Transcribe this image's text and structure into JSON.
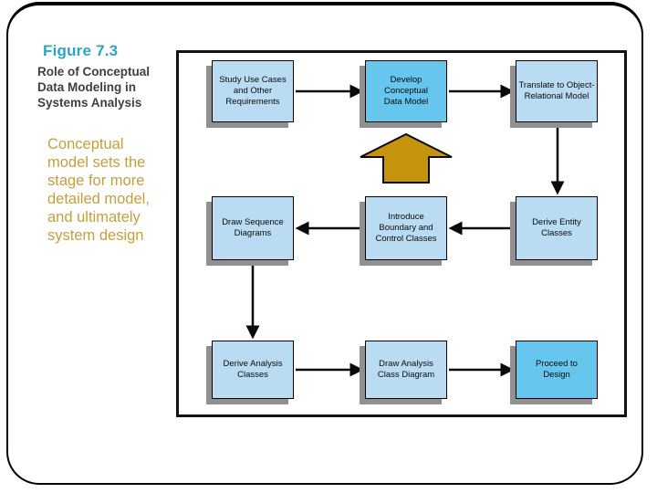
{
  "slide": {
    "figure_label": "Figure 7.3",
    "figure_caption": "Role of Conceptual\nData Modeling in\nSystems Analysis",
    "note": "Conceptual\nmodel sets the\nstage for more\ndetailed model,\nand ultimately\nsystem design"
  },
  "diagram": {
    "nodes": {
      "study_use_cases": {
        "label": "Study Use Cases\nand Other\nRequirements",
        "style": "light"
      },
      "develop_conceptual_data_model": {
        "label": "Develop\nConceptual\nData Model",
        "style": "bright"
      },
      "translate_to_object_relational_model": {
        "label": "Translate to Object-\nRelational Model",
        "style": "light"
      },
      "draw_sequence_diagrams": {
        "label": "Draw Sequence\nDiagrams",
        "style": "light"
      },
      "introduce_boundary_and_control_classes": {
        "label": "Introduce\nBoundary and\nControl Classes",
        "style": "light"
      },
      "derive_entity_classes": {
        "label": "Derive Entity\nClasses",
        "style": "light"
      },
      "derive_analysis_classes": {
        "label": "Derive Analysis\nClasses",
        "style": "light"
      },
      "draw_analysis_class_diagram": {
        "label": "Draw Analysis\nClass Diagram",
        "style": "light"
      },
      "proceed_to_design": {
        "label": "Proceed to\nDesign",
        "style": "bright"
      }
    },
    "flow": [
      {
        "from": "study_use_cases",
        "to": "develop_conceptual_data_model",
        "type": "arrow"
      },
      {
        "from": "develop_conceptual_data_model",
        "to": "translate_to_object_relational_model",
        "type": "arrow"
      },
      {
        "from": "translate_to_object_relational_model",
        "to": "derive_entity_classes",
        "type": "arrow"
      },
      {
        "from": "derive_entity_classes",
        "to": "introduce_boundary_and_control_classes",
        "type": "arrow"
      },
      {
        "from": "introduce_boundary_and_control_classes",
        "to": "draw_sequence_diagrams",
        "type": "arrow"
      },
      {
        "from": "draw_sequence_diagrams",
        "to": "derive_analysis_classes",
        "type": "arrow"
      },
      {
        "from": "derive_analysis_classes",
        "to": "draw_analysis_class_diagram",
        "type": "arrow"
      },
      {
        "from": "draw_analysis_class_diagram",
        "to": "proceed_to_design",
        "type": "arrow"
      },
      {
        "from": "introduce_boundary_and_control_classes",
        "to": "develop_conceptual_data_model",
        "type": "block-up-arrow"
      }
    ]
  },
  "colors": {
    "node_fill_light": "#badcf2",
    "node_fill_bright": "#66c6ee",
    "node_border": "#000000",
    "node_shadow": "#909090",
    "figure_label_color": "#2aa4c8",
    "caption_color": "#3f3f3f",
    "note_color": "#c2a03c",
    "block_arrow_fill": "#c6940c",
    "connector_color": "#0a0a0a"
  }
}
